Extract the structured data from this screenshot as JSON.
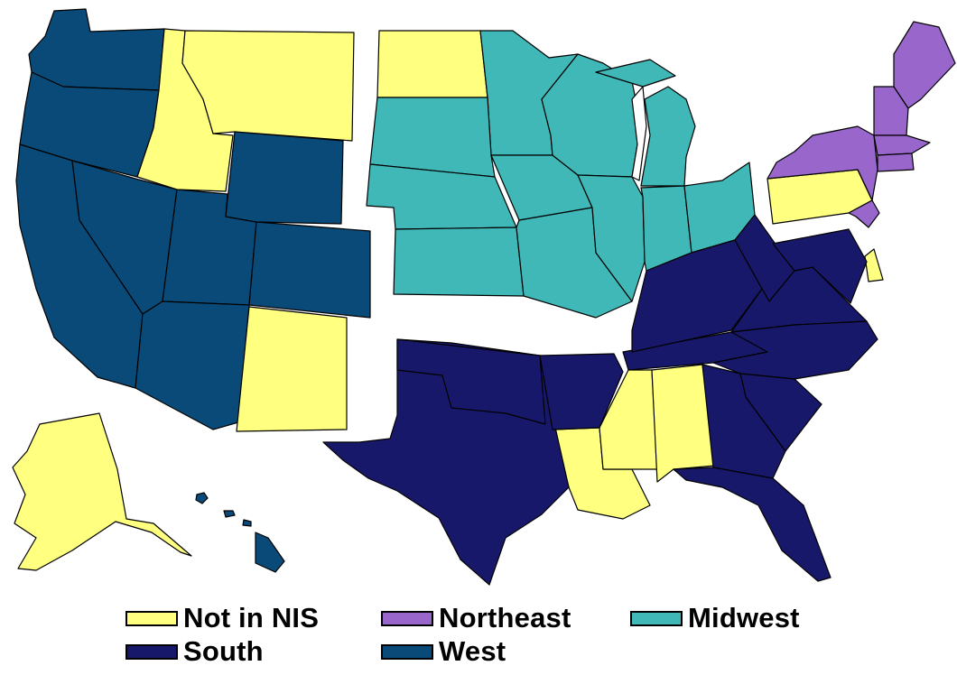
{
  "colors": {
    "not_in_nis": "#FFFF80",
    "northeast": "#9966CC",
    "midwest": "#40B8B8",
    "south": "#18186A",
    "west": "#0A4A78"
  },
  "legend": {
    "items": [
      {
        "label": "Not in NIS",
        "color": "#FFFF80"
      },
      {
        "label": "Northeast",
        "color": "#9966CC"
      },
      {
        "label": "Midwest",
        "color": "#40B8B8"
      },
      {
        "label": "South",
        "color": "#18186A"
      },
      {
        "label": "West",
        "color": "#0A4A78"
      }
    ]
  }
}
